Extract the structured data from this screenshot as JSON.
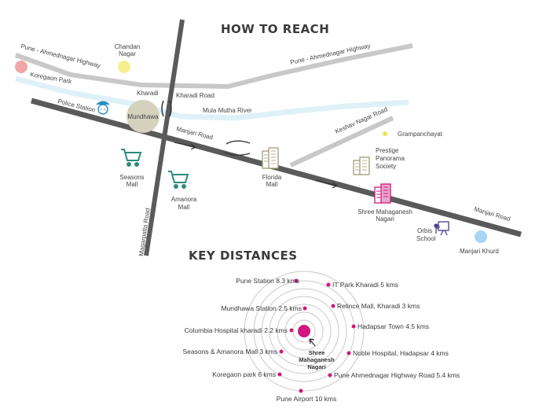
{
  "headings": {
    "how_to_reach": "HOW TO REACH",
    "key_distances": "KEY DISTANCES"
  },
  "roads": {
    "pune_ahmednagar_highway_left": "Pune - Ahmednagar Highway",
    "pune_ahmednagar_highway_right": "Pune - Ahmednagar Highway",
    "kharadi_road": "Kharadi Road",
    "mula_mutha_river": "Mula Mutha River",
    "manjari_road_top": "Manjari Road",
    "manjari_road_right": "Manjari Road",
    "keshav_nagar_road": "Keshav Nagar Road",
    "magarpatta_road": "Magarpatta Road"
  },
  "places": {
    "chandan_nagar": [
      "Chandan",
      "Nagar"
    ],
    "koregaon_park": "Koregaon Park",
    "police_station": "Police Station",
    "kharadi": "Kharadi",
    "mundhawa": "Mundhawa",
    "grampanchayat": "Grampanchayat",
    "prestige": [
      "Prestige",
      "Panorama",
      "Society"
    ],
    "seasons_mall": [
      "Seasons",
      "Mall"
    ],
    "amanora_mall": [
      "Amanora",
      "Mall"
    ],
    "florida_mall": [
      "Florida",
      "Mall"
    ],
    "shree_mahaganesh_nagari": [
      "Shree Mahaganesh",
      "Nagari"
    ],
    "orbis_school": [
      "Orbis",
      "School"
    ],
    "manjari_khurd": "Manjari Khurd"
  },
  "distances": {
    "center": [
      "Shree",
      "Mahaganesh",
      "Nagari"
    ],
    "left": [
      "Pune Station  8.3 kms",
      "Mundhawa Station 2.5 kms",
      "Columbia Hospital kharadi 2.2 kms",
      "Seasons & Amanora Mall 3 kms",
      "Koregaon park 6 kms"
    ],
    "right": [
      "IT Park Kharadi 5 kms",
      "Relince Mall, Kharadi 3 kms",
      "Hadapsar Town 4.5 kms",
      "Noble Hospital, Hadapsar 4 kms",
      "Pune Ahmednagar Highway Road 5.4 kms"
    ],
    "bottom": "Pune Airport 10 kms"
  },
  "colors": {
    "road_main": "#5a5a5a",
    "road_light": "#c8c8c8",
    "river": "#dff1f8",
    "accent_magenta": "#d2167f",
    "mall_green": "#2e8b7a",
    "building_tan": "#b8b08c",
    "yellow_dot": "#f7ee8e",
    "pink_dot": "#f0a7a7",
    "blue_dot": "#a6d6f0",
    "mundhawa_circle": "#d4d2bd"
  }
}
